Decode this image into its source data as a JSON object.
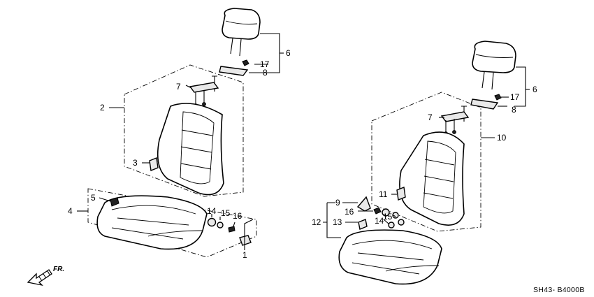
{
  "labels": {
    "c1": "1",
    "c2": "2",
    "c3": "3",
    "c4": "4",
    "c5": "5",
    "c6": "6",
    "c7a": "7",
    "c7b": "7",
    "c8a": "8",
    "c8b": "8",
    "c9": "9",
    "c10": "10",
    "c11": "11",
    "c12": "12",
    "c13": "13",
    "c14a": "14",
    "c14b": "14",
    "c15a": "15",
    "c15b": "15",
    "c16a": "16",
    "c16b": "16",
    "c17a": "17",
    "c17b": "17"
  },
  "front_indicator": "FR.",
  "diagram_code": "SH43- B4000B"
}
